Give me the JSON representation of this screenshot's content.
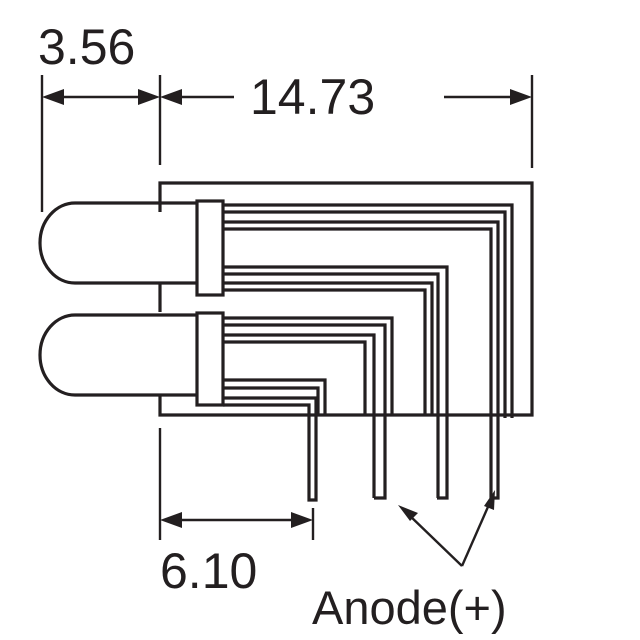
{
  "dimensions": {
    "lens_length": "3.56",
    "overall_length": "14.73",
    "lead_offset": "6.10"
  },
  "labels": {
    "anode": "Anode(+)"
  },
  "colors": {
    "ink": "#231f20",
    "background": "#ffffff"
  }
}
